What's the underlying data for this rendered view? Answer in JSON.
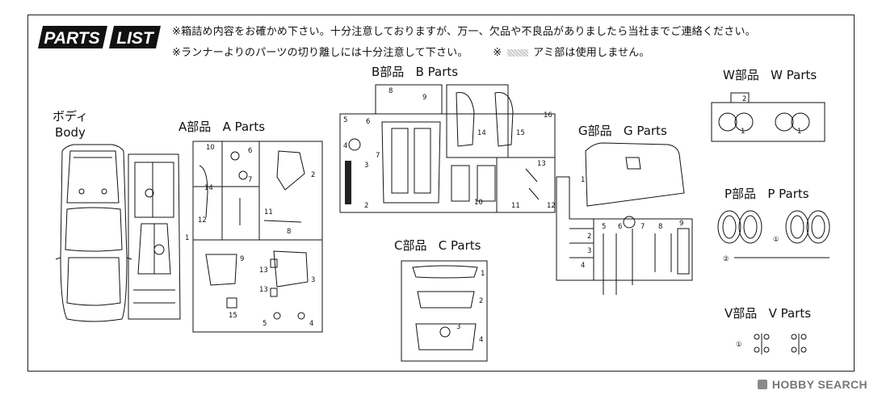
{
  "header": {
    "logo_word1": "PARTS",
    "logo_word2": "LIST",
    "note1": "※箱詰め内容をお確かめ下さい。十分注意しておりますが、万一、欠品や不良品がありましたら当社までご連絡ください。",
    "note2a": "※ランナーよりのパーツの切り離しには十分注意して下さい。",
    "note2b": "※",
    "note2c": "アミ部は使用しません。"
  },
  "groups": {
    "body": {
      "jp": "ボディ",
      "en": "Body"
    },
    "a": {
      "jp": "A部品",
      "en": "A Parts"
    },
    "b": {
      "jp": "B部品",
      "en": "B Parts"
    },
    "c": {
      "jp": "C部品",
      "en": "C Parts"
    },
    "g": {
      "jp": "G部品",
      "en": "G Parts"
    },
    "w": {
      "jp": "W部品",
      "en": "W Parts"
    },
    "p": {
      "jp": "P部品",
      "en": "P Parts"
    },
    "v": {
      "jp": "V部品",
      "en": "V Parts"
    }
  },
  "part_numbers": {
    "a": [
      "10",
      "6",
      "7",
      "2",
      "14",
      "12",
      "11",
      "8",
      "1",
      "9",
      "13",
      "13",
      "3",
      "15",
      "5",
      "4"
    ],
    "b": [
      "8",
      "9",
      "5",
      "6",
      "4",
      "3",
      "2",
      "7",
      "14",
      "15",
      "16",
      "13",
      "10",
      "11",
      "12"
    ],
    "c": [
      "1",
      "2",
      "3",
      "4"
    ],
    "g": [
      "1",
      "2",
      "3",
      "4",
      "5",
      "6",
      "7",
      "8",
      "9"
    ],
    "w": [
      "2",
      "1",
      "1"
    ],
    "p": [
      "①",
      "②"
    ],
    "v": [
      "①"
    ]
  },
  "watermark": {
    "text": "HOBBY SEARCH"
  }
}
